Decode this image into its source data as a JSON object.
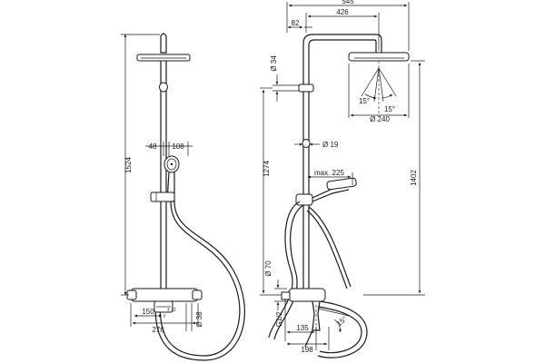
{
  "left_view": {
    "dimensions": {
      "total_height": "1524",
      "handshower_head_offset": "48",
      "handshower_head_width": "108",
      "mixer_spacing": "150",
      "mixer_spacing_tolerance": "± 12",
      "mixer_width": "276",
      "outlet_diameter": "Ø 38"
    }
  },
  "right_view": {
    "dimensions": {
      "overall_width": "545",
      "arm_length": "426",
      "pipe_offset": "82",
      "pipe_diameter": "Ø 34",
      "shower_height": "1274",
      "riser_diameter": "Ø 19",
      "holder_reach": "max. 225",
      "head_height": "1402",
      "head_tilt_angle_1": "15°",
      "head_tilt_angle_2": "15°",
      "head_diameter": "Ø 240",
      "connection_thread": "G1/2",
      "mixer_base_diameter": "Ø 70",
      "spout_reach_1": "135",
      "spout_reach_2": "198",
      "spout_angle": "15°"
    }
  },
  "colors": {
    "line": "#1a1a1a",
    "background": "#ffffff"
  }
}
